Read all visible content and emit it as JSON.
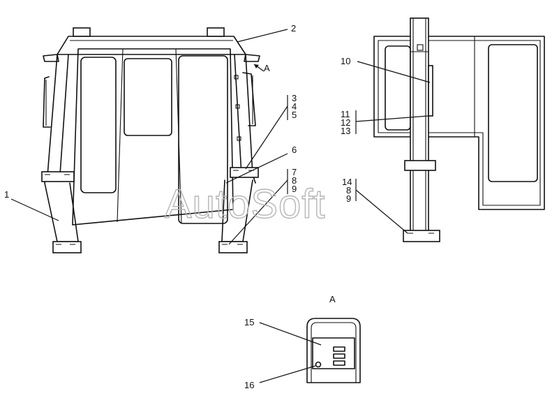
{
  "watermark": "AutoSoft",
  "view_label": "A",
  "arrow_label": "A",
  "callouts": {
    "c1": "1",
    "c2": "2",
    "c3": "3",
    "c4": "4",
    "c5": "5",
    "c6": "6",
    "c7": "7",
    "c8a": "8",
    "c9a": "9",
    "c10": "10",
    "c11": "11",
    "c12": "12",
    "c13": "13",
    "c14": "14",
    "c8b": "8",
    "c9b": "9",
    "c15": "15",
    "c16": "16"
  }
}
